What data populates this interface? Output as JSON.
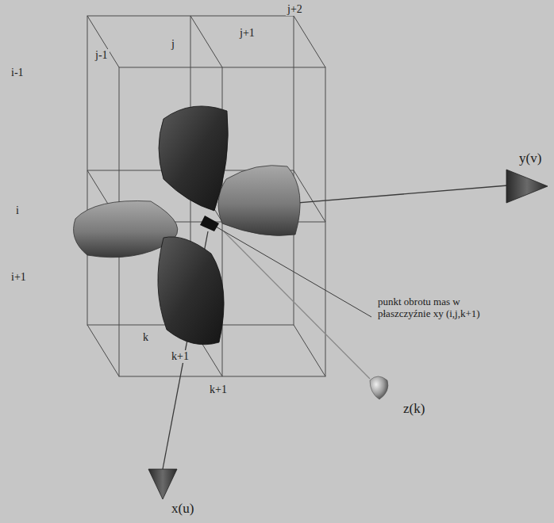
{
  "diagram": {
    "labels": [
      "j-1",
      "j",
      "j+1",
      "j+2",
      "i-1",
      "i",
      "i+1",
      "k",
      "k+1",
      "k+1",
      "y(v)",
      "x(u)",
      "z(k)",
      "punkt obrotu mas w płaszczyźnie xy (i,j,k+1)"
    ]
  }
}
